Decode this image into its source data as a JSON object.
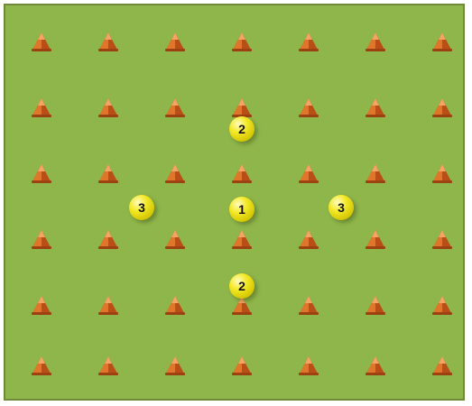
{
  "field": {
    "color": "#8fb64b",
    "border_color": "#6f8a3a",
    "cone_grid": {
      "rows": 6,
      "columns": 7,
      "icon": "cone-icon",
      "color": "#e0762a"
    }
  },
  "players": [
    {
      "id": "player-1-center",
      "label": "1"
    },
    {
      "id": "player-2-top",
      "label": "2"
    },
    {
      "id": "player-2-bottom",
      "label": "2"
    },
    {
      "id": "player-3-left",
      "label": "3"
    },
    {
      "id": "player-3-right",
      "label": "3"
    }
  ],
  "colors": {
    "ball": "#f4ea2a",
    "label_text": "#111111"
  }
}
